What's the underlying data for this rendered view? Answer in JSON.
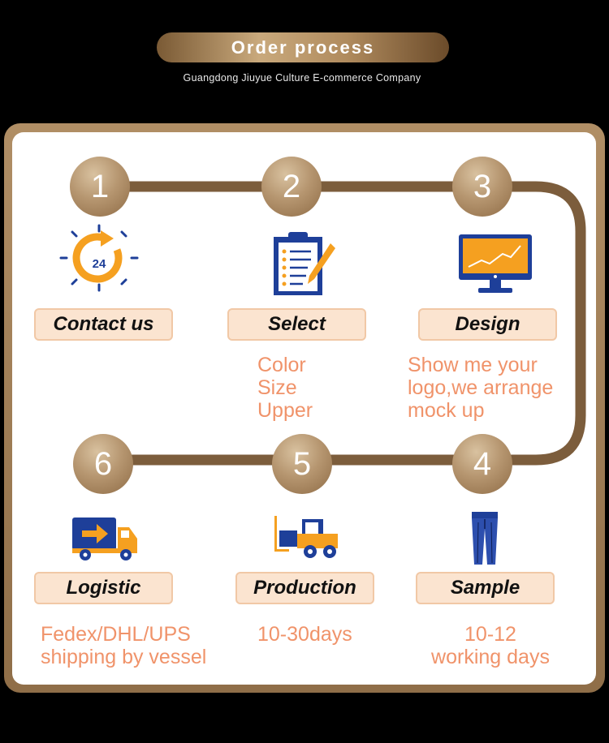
{
  "header": {
    "title": "Order process",
    "subtitle": "Guangdong Jiuyue Culture E-commerce Company"
  },
  "colors": {
    "accent_gold": "#b69670",
    "label_bg": "#fbe4d0",
    "desc_text": "#f0936a",
    "icon_blue": "#1e3f99",
    "icon_orange": "#f5a020"
  },
  "steps": [
    {
      "number": "1",
      "label": "Contact us",
      "icon": "24-hour-service-icon",
      "lines": []
    },
    {
      "number": "2",
      "label": "Select",
      "icon": "clipboard-checklist-icon",
      "lines": [
        "Color",
        "Size",
        "Upper"
      ]
    },
    {
      "number": "3",
      "label": "Design",
      "icon": "monitor-chart-icon",
      "lines": [
        "Show me your",
        "logo,we arrange",
        "mock up"
      ]
    },
    {
      "number": "4",
      "label": "Sample",
      "icon": "jeans-icon",
      "lines": [
        "10-12",
        "working days"
      ]
    },
    {
      "number": "5",
      "label": "Production",
      "icon": "forklift-icon",
      "lines": [
        "10-30days"
      ]
    },
    {
      "number": "6",
      "label": "Logistic",
      "icon": "delivery-truck-icon",
      "lines": [
        "Fedex/DHL/UPS",
        "shipping by vessel"
      ]
    }
  ],
  "icon_text": {
    "hours": "24"
  }
}
